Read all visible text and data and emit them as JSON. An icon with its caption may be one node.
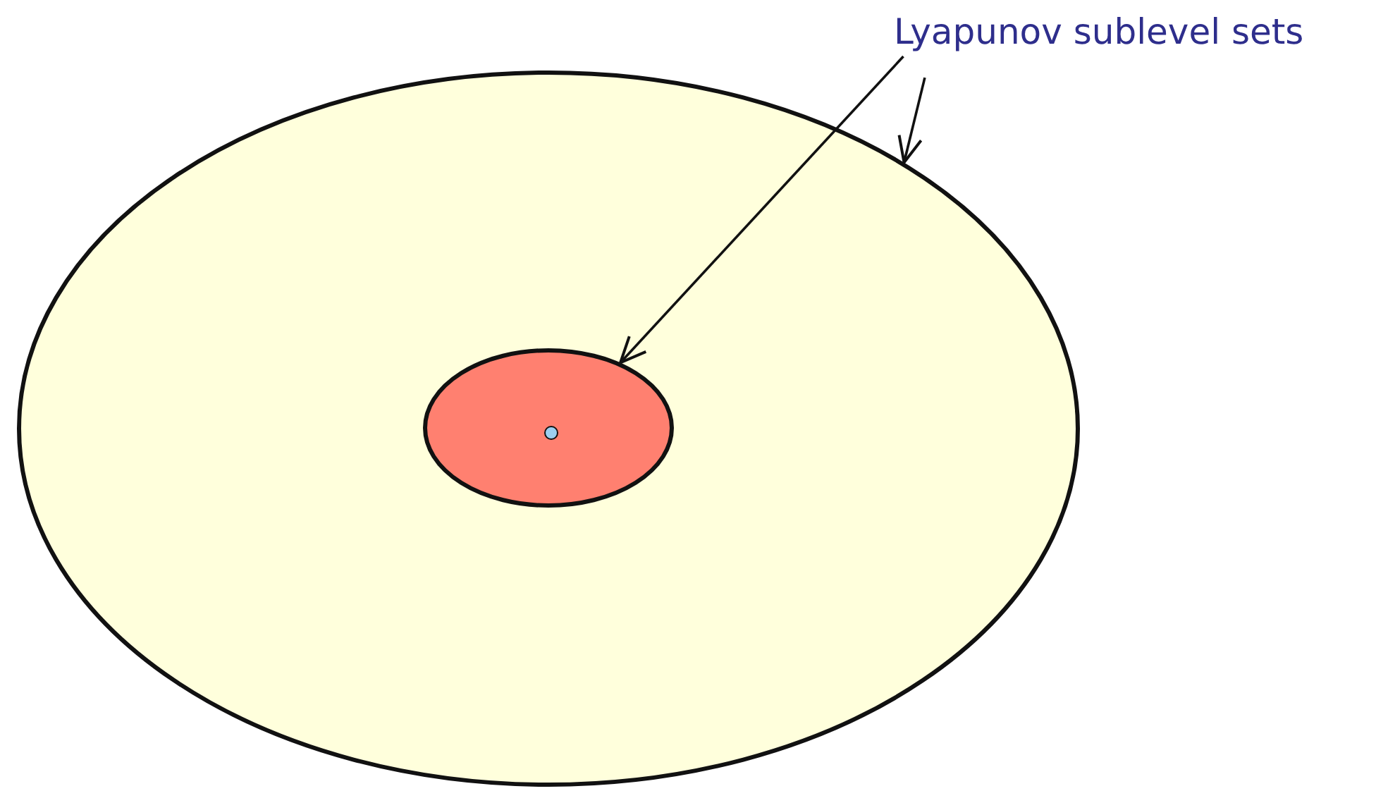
{
  "diagram": {
    "nodes": [
      {
        "text": [
          "Lyapunov sublevel sets"
        ]
      },
      {
        "text": [],
        "shape": "ellipse"
      },
      {
        "text": [],
        "shape": "ellipse",
        "in": 1
      },
      {
        "text": [],
        "shape": "circle",
        "in": 2
      }
    ],
    "edges": [
      {
        "from": 0,
        "to": 2,
        "arrow": "to"
      },
      {
        "from": 0,
        "to": 1,
        "arrow": "to"
      }
    ]
  }
}
